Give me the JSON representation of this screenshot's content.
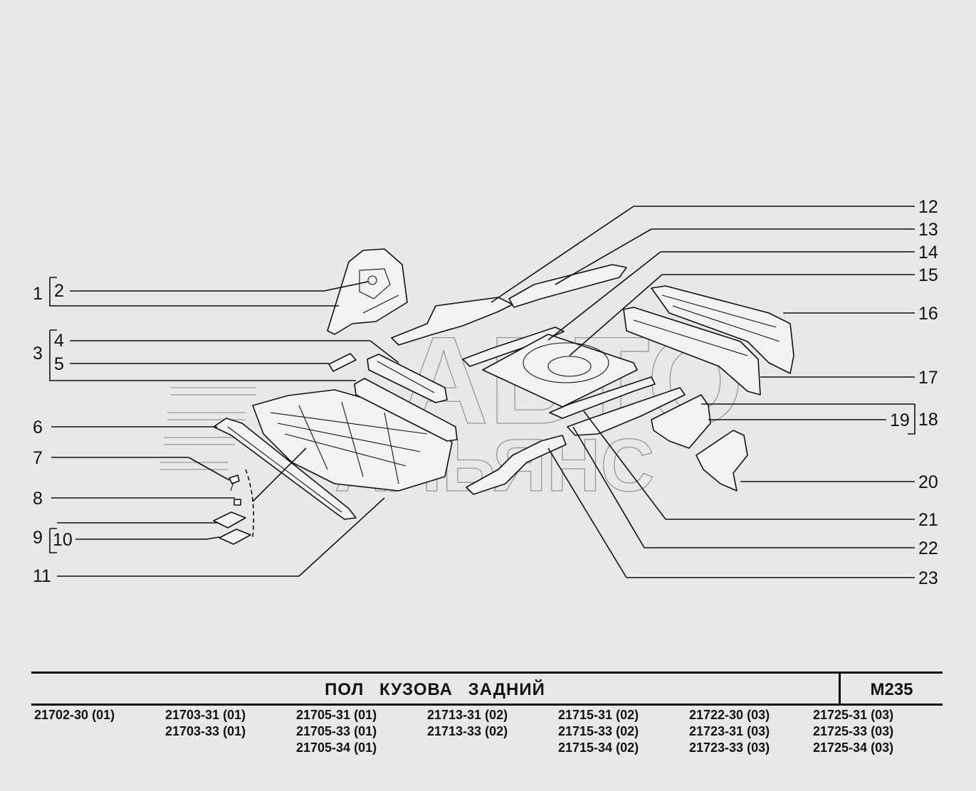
{
  "diagram": {
    "callouts": [
      {
        "id": "1",
        "label": "1"
      },
      {
        "id": "2",
        "label": "2"
      },
      {
        "id": "3",
        "label": "3"
      },
      {
        "id": "4",
        "label": "4"
      },
      {
        "id": "5",
        "label": "5"
      },
      {
        "id": "6",
        "label": "6"
      },
      {
        "id": "7",
        "label": "7"
      },
      {
        "id": "8",
        "label": "8"
      },
      {
        "id": "9",
        "label": "9"
      },
      {
        "id": "10",
        "label": "10"
      },
      {
        "id": "11",
        "label": "11"
      },
      {
        "id": "12",
        "label": "12"
      },
      {
        "id": "13",
        "label": "13"
      },
      {
        "id": "14",
        "label": "14"
      },
      {
        "id": "15",
        "label": "15"
      },
      {
        "id": "16",
        "label": "16"
      },
      {
        "id": "17",
        "label": "17"
      },
      {
        "id": "18",
        "label": "18"
      },
      {
        "id": "19",
        "label": "19"
      },
      {
        "id": "20",
        "label": "20"
      },
      {
        "id": "21",
        "label": "21"
      },
      {
        "id": "22",
        "label": "22"
      },
      {
        "id": "23",
        "label": "23"
      }
    ],
    "watermark": {
      "line1": "АВТО",
      "line2": "АЛЬЯНС"
    }
  },
  "title_block": {
    "title": "ПОЛ КУЗОВА ЗАДНИЙ",
    "code": "M235"
  },
  "models": [
    [
      "21702-30 (01)"
    ],
    [
      "21703-31 (01)",
      "21703-33 (01)"
    ],
    [
      "21705-31 (01)",
      "21705-33 (01)",
      "21705-34 (01)"
    ],
    [
      "21713-31 (02)",
      "21713-33 (02)"
    ],
    [
      "21715-31 (02)",
      "21715-33 (02)",
      "21715-34 (02)"
    ],
    [
      "21722-30 (03)",
      "21723-31 (03)",
      "21723-33 (03)"
    ],
    [
      "21725-31 (03)",
      "21725-33 (03)",
      "21725-34 (03)"
    ]
  ]
}
